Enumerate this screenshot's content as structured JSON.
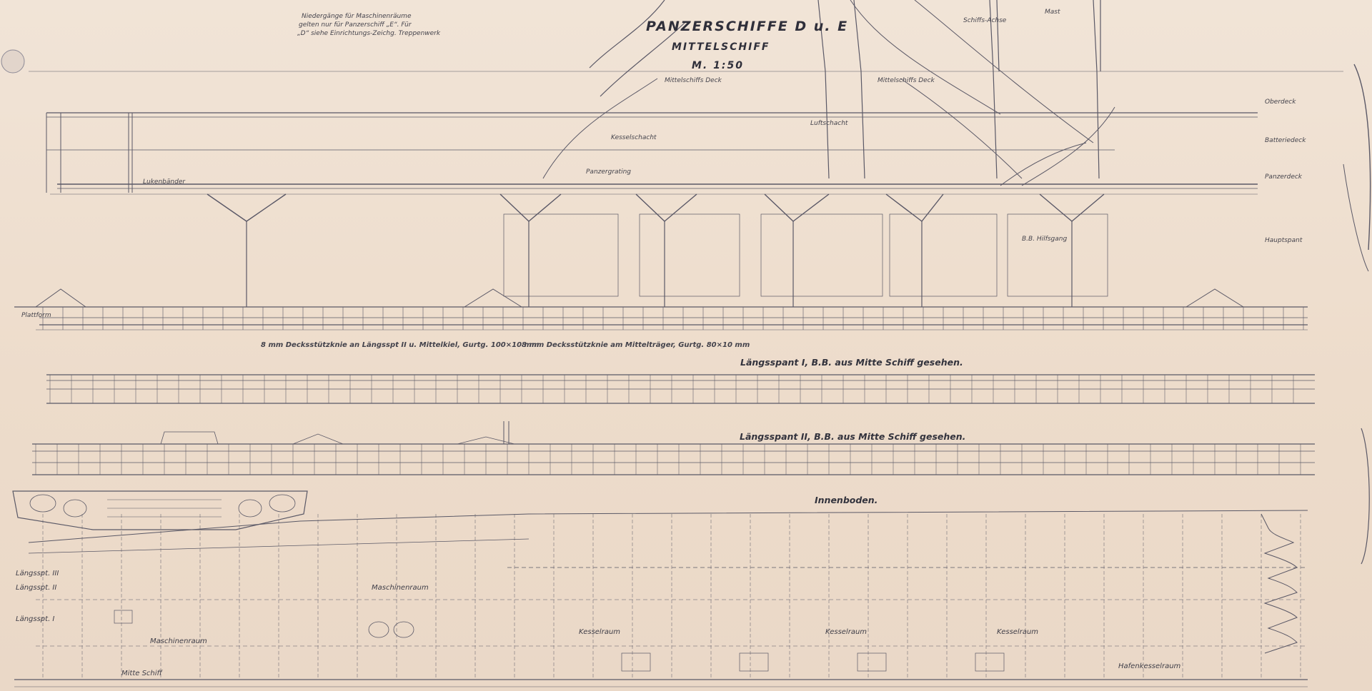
{
  "drawing": {
    "title": "PANZERSCHIFFE D u. E",
    "subtitle": "MITTELSCHIFF",
    "scale": "M. 1:50",
    "note_top_left": [
      "Niedergänge für Maschinenräume",
      "gelten nur für Panzerschiff „E“. Für",
      "„D“ siehe Einrichtungs-Zeichg. Treppenwerk"
    ]
  },
  "sections": {
    "laengsspant_1": "Längsspant I, B.B. aus Mitte Schiff gesehen.",
    "laengsspant_2": "Längsspant II, B.B. aus Mitte Schiff gesehen.",
    "innenboden": "Innenboden.",
    "knie_note_1": "8 mm Decksstützknie an Längsspt II u. Mittelkiel, Gurtg. 100×10 mm",
    "knie_note_2": "8 mm Decksstützknie am Mittelträger, Gurtg. 80×10 mm"
  },
  "rooms": {
    "maschinenraum_1": "Maschinenraum",
    "maschinenraum_2": "Maschinenraum",
    "kesselraum_1": "Kesselraum",
    "kesselraum_2": "Kesselraum",
    "kesselraum_3": "Kesselraum",
    "hilfskesselraum": "Hafenkesselraum",
    "mitte_schiff": "Mitte Schiff",
    "laengsspt_3": "Längsspt. III",
    "laengsspt_2": "Längsspt. II",
    "laengsspt_1": "Längsspt. I",
    "lukenbaender": "Lukenbänder"
  },
  "labels": {
    "mittelschiffs_deck": "Mittelschiffs Deck",
    "mittelschiffs_deck_2": "Mittelschiffs Deck",
    "schiff_achse": "Schiffs-Achse",
    "mast": "Mast",
    "oberdeck": "Oberdeck",
    "batteriedeck": "Batteriedeck",
    "panzerdeck": "Panzerdeck",
    "plattform": "Plattform",
    "hauptspant": "Hauptspant",
    "luftschacht": "Luftschacht",
    "kesselschacht": "Kesselschacht",
    "panzergrating": "Panzergrating",
    "bb_hoelzer": "B.B. Hilfsgang"
  }
}
